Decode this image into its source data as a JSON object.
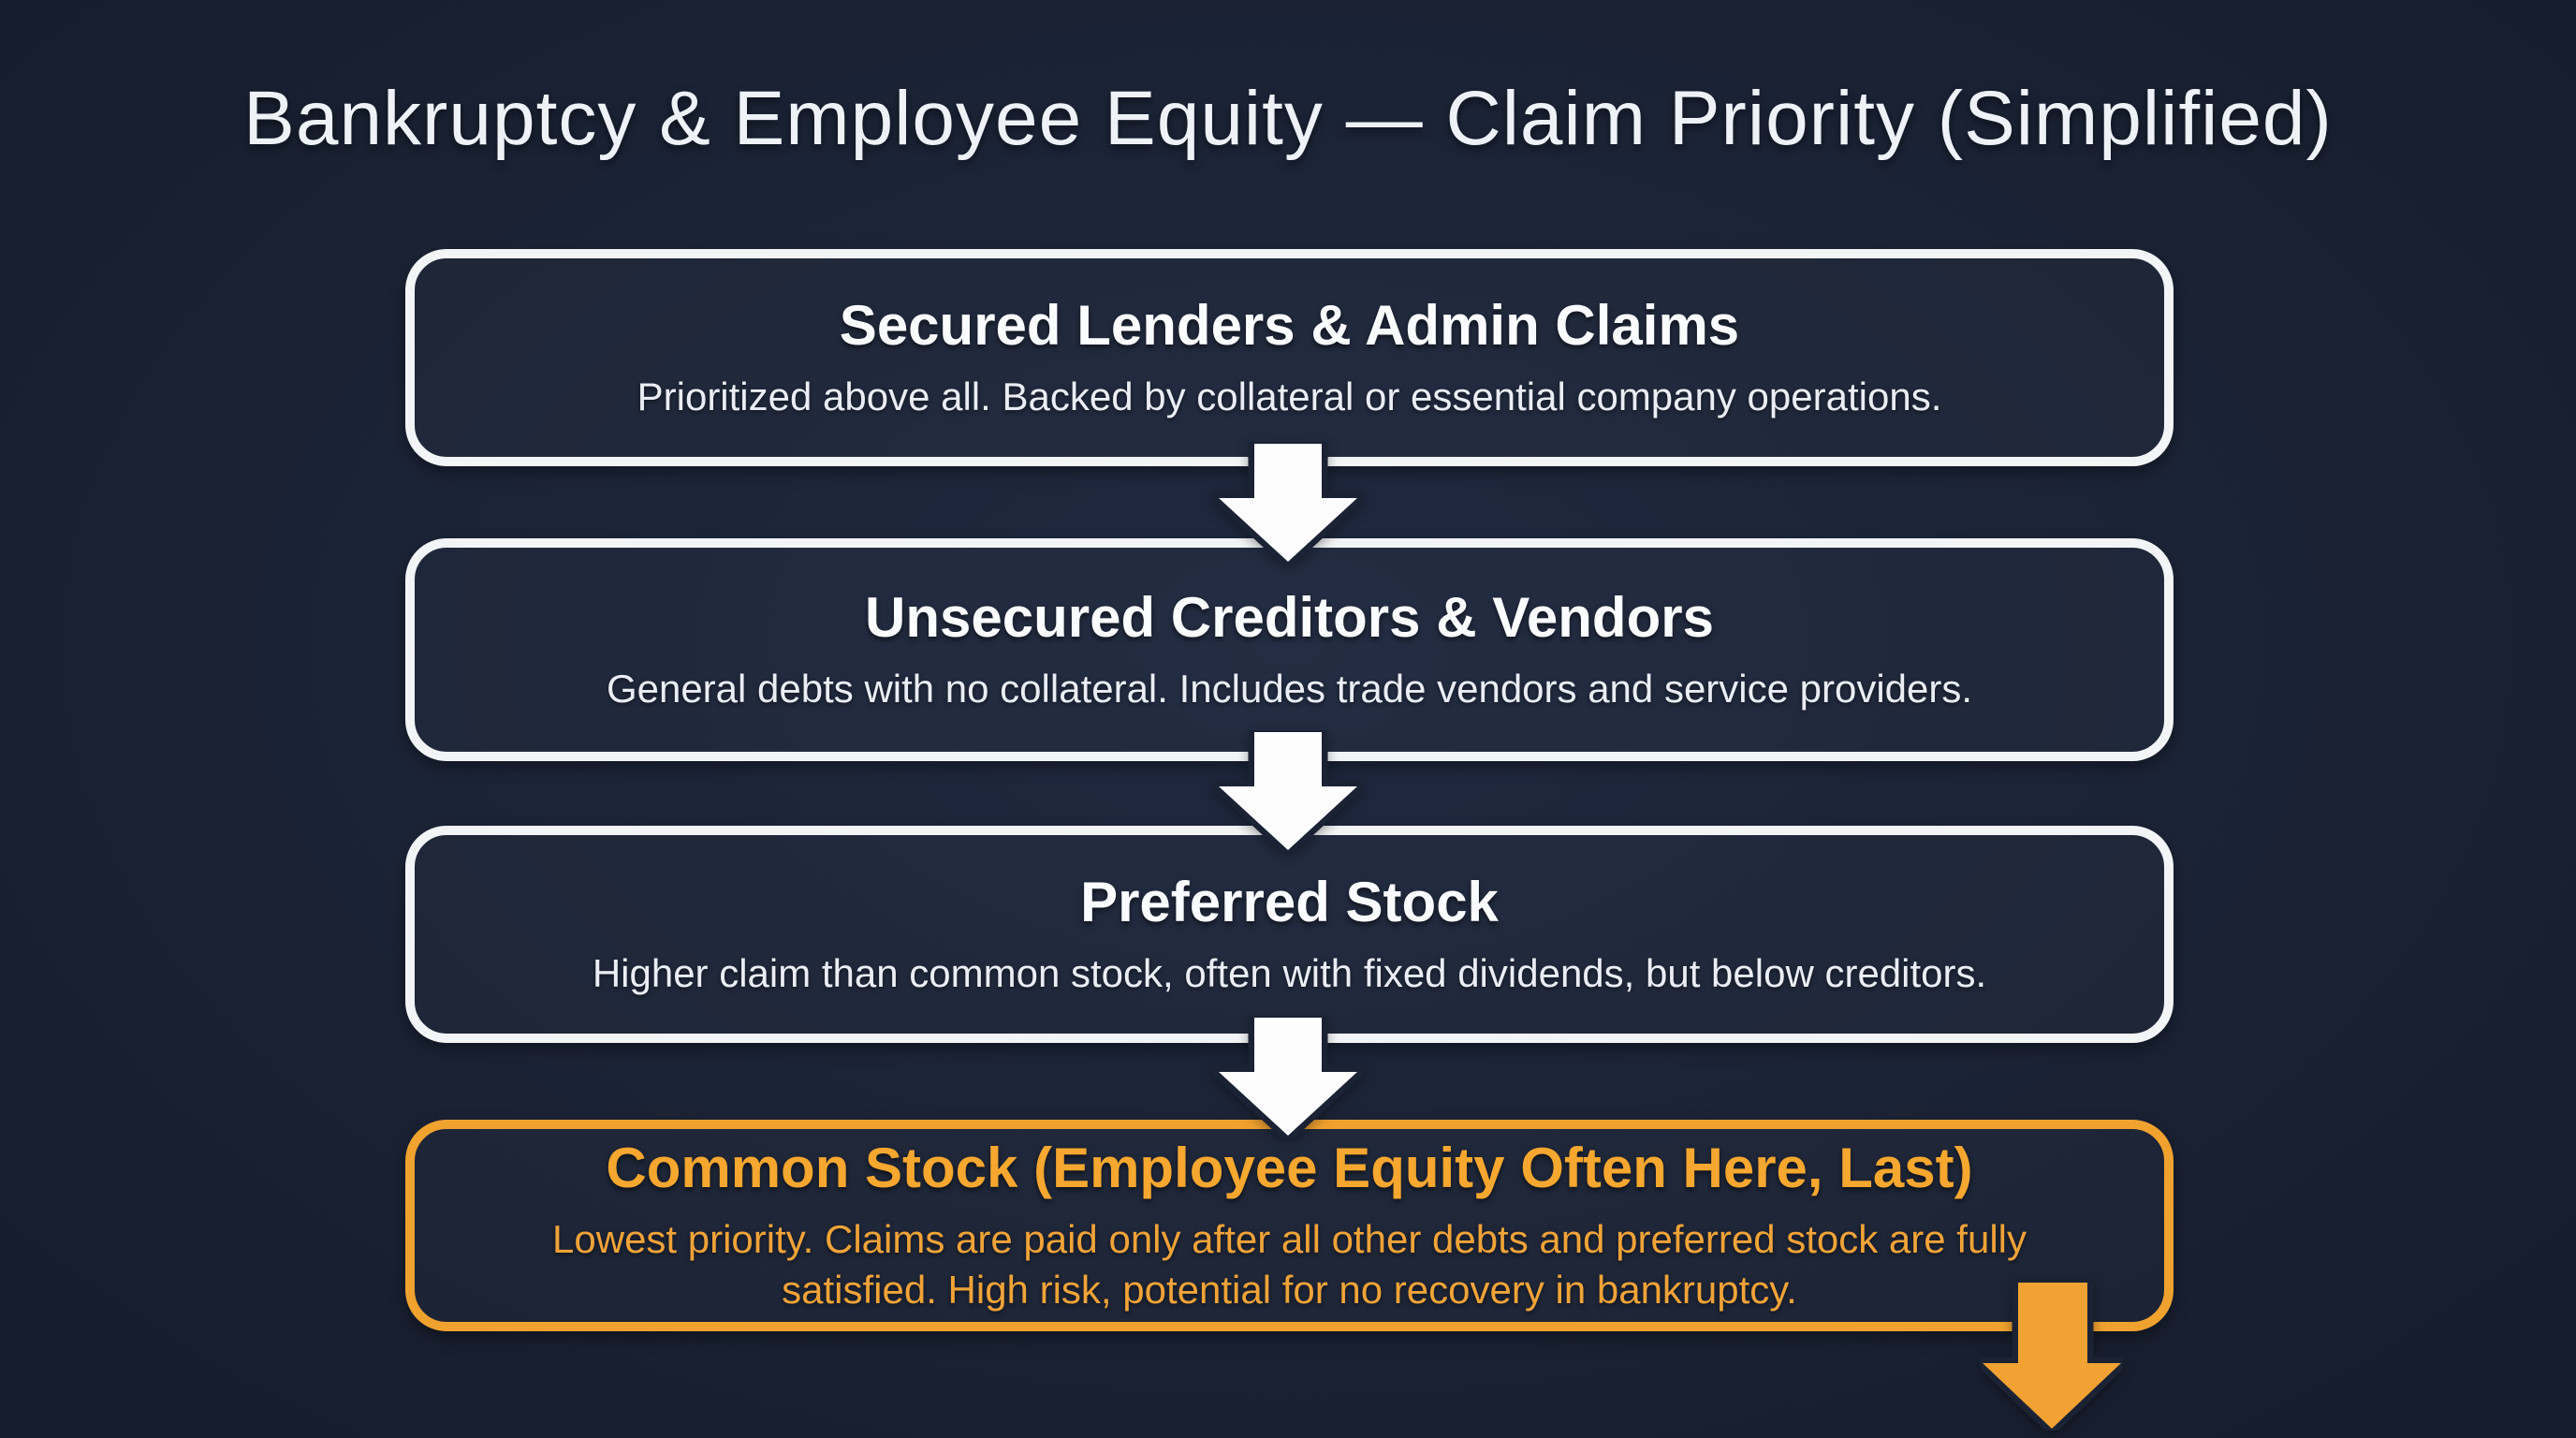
{
  "title": "Bankruptcy & Employee Equity — Claim Priority (Simplified)",
  "colors": {
    "background": "#1b2234",
    "box_border_white": "#f2f4f6",
    "box_text_white": "#eaeef4",
    "accent_orange": "#f0a22f",
    "arrow_white": "#fdfdfd",
    "arrow_orange": "#f2a232"
  },
  "diagram": {
    "levels": [
      {
        "rank": 1,
        "heading": "Secured Lenders & Admin Claims",
        "description": "Prioritized above all. Backed by collateral or essential company operations.",
        "style": "white"
      },
      {
        "rank": 2,
        "heading": "Unsecured Creditors & Vendors",
        "description": "General debts with no collateral. Includes trade vendors and service providers.",
        "style": "white"
      },
      {
        "rank": 3,
        "heading": "Preferred Stock",
        "description": "Higher claim than common stock, often with fixed dividends, but below creditors.",
        "style": "white"
      },
      {
        "rank": 4,
        "heading": "Common Stock (Employee Equity Often Here, Last)",
        "description": "Lowest priority. Claims are paid only after all other debts and preferred stock are fully satisfied. High risk, potential for no recovery in bankruptcy.",
        "style": "orange"
      }
    ],
    "connectors": [
      {
        "icon": "down-arrow-icon",
        "color": "white",
        "from_rank": 1,
        "to_rank": 2
      },
      {
        "icon": "down-arrow-icon",
        "color": "white",
        "from_rank": 2,
        "to_rank": 3
      },
      {
        "icon": "down-arrow-icon",
        "color": "white",
        "from_rank": 3,
        "to_rank": 4
      },
      {
        "icon": "down-arrow-icon",
        "color": "orange",
        "from_rank": 4,
        "to_rank": "exit-bottom-right"
      }
    ]
  }
}
